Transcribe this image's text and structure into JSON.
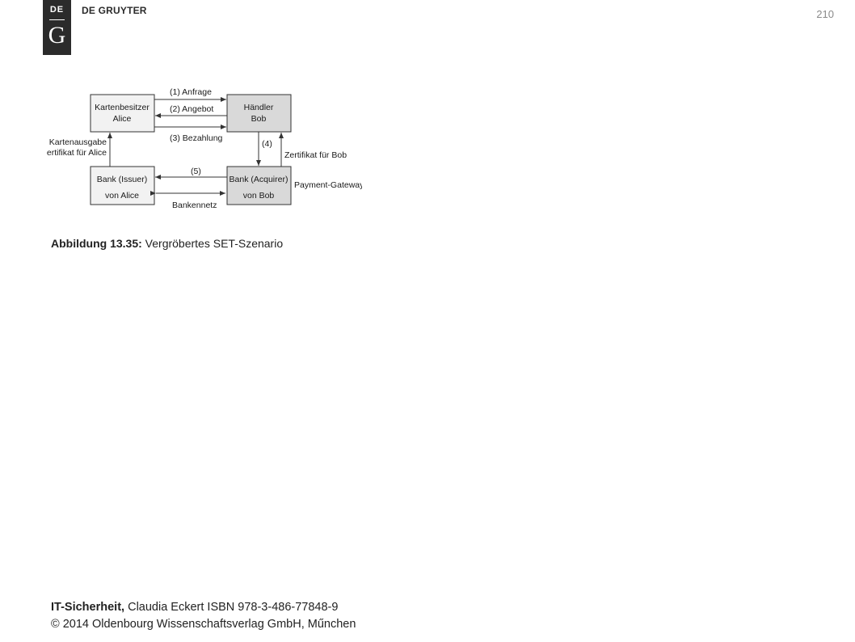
{
  "header": {
    "logo_top": "DE",
    "logo_bottom": "G",
    "publisher": "DE GRUYTER",
    "page_number": "210"
  },
  "figure": {
    "boxes": {
      "alice_line1": "Kartenbesitzer",
      "alice_line2": "Alice",
      "merchant_line1": "Händler",
      "merchant_line2": "Bob",
      "issuer_line1": "Bank  (Issuer)",
      "issuer_line2": "von Alice",
      "acquirer_line1": "Bank  (Acquirer)",
      "acquirer_line2": "von Bob"
    },
    "labels": {
      "request": "(1) Anfrage",
      "offer": "(2) Angebot",
      "payment": "(3) Bezahlung",
      "step4": "(4)",
      "step5": "(5)",
      "card_issue_line1": "Kartenausgabe",
      "card_issue_line2": "Zertifikat für Alice",
      "cert_bob": "Zertifikat für Bob",
      "payment_gateway": "Payment-Gateway",
      "bank_network": "Bankennetz"
    },
    "colors": {
      "box_light": "#f2f2f2",
      "box_dark": "#d9d9d9",
      "stroke": "#333333"
    }
  },
  "caption": {
    "label": "Abbildung 13.35:",
    "text": " Vergröbertes SET-Szenario"
  },
  "footer": {
    "title": "IT-Sicherheit,",
    "line1_rest": " Claudia Eckert ISBN 978-3-486-77848-9",
    "line2": "© 2014 Oldenbourg Wissenschaftsverlag GmbH, Műnchen"
  }
}
